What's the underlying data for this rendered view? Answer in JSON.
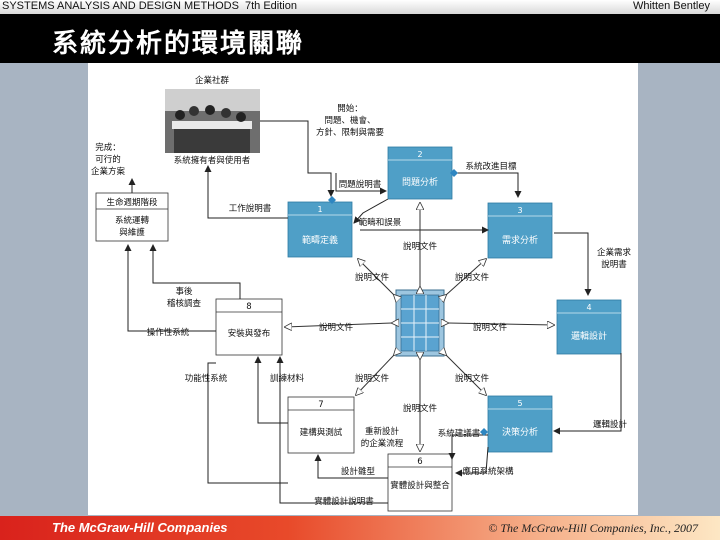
{
  "header": {
    "course_title": "SYSTEMS ANALYSIS AND DESIGN METHODS",
    "edition": "7th Edition",
    "authors": "Whitten   Bentley"
  },
  "slide": {
    "title": "系統分析的環境關聯"
  },
  "footer": {
    "logo": "The McGraw-Hill Companies",
    "copyright": "© The McGraw-Hill Companies, Inc., 2007"
  },
  "diagram": {
    "photo_label": "企業社群",
    "photo_caption": "系統擁有者與使用者",
    "start_note": [
      "開始：",
      "問題、機會、",
      "方針、限制與需要"
    ],
    "done_note": [
      "完成：",
      "可行的",
      "企業方案"
    ],
    "lifecycle_box": {
      "title": "生命週期階段",
      "body": [
        "系統運轉",
        "與維護"
      ]
    },
    "phases": [
      {
        "number": "1",
        "name": "範疇定義"
      },
      {
        "number": "2",
        "name": "問題分析"
      },
      {
        "number": "3",
        "name": "需求分析"
      },
      {
        "number": "4",
        "name": "邏輯設計"
      },
      {
        "number": "5",
        "name": "決策分析"
      },
      {
        "number": "6",
        "name": "實體設計與整合"
      },
      {
        "number": "7",
        "name": "建構與測試"
      },
      {
        "number": "8",
        "name": "安裝與發布"
      }
    ],
    "flow_labels": {
      "work_statement": "工作說明書",
      "problem_statement": "問題說明書",
      "improvement_goals": "系統改進目標",
      "scope_constraints": "範疇和誤景",
      "doc_1": "說明文件",
      "doc_2": "說明文件",
      "doc_3": "說明文件",
      "doc_4": "說明文件",
      "doc_5": "說明文件",
      "doc_6": "說明文件",
      "doc_7": "說明文件",
      "doc_8": "說明文件",
      "business_reqs": [
        "企業需求",
        "說明書"
      ],
      "audit": [
        "事後",
        "稽核調查"
      ],
      "operational_system": "操作性系統",
      "functional_system": "功能性系統",
      "training_material": "訓練材料",
      "logical_design": "邏輯設計",
      "system_proposal": "系統建議書",
      "redesigned_process": [
        "重新設計",
        "的企業流程"
      ],
      "design_prototype": "設計雛型",
      "app_architecture": "應用系統架構",
      "physical_design_spec": "實體設計說明書"
    }
  }
}
